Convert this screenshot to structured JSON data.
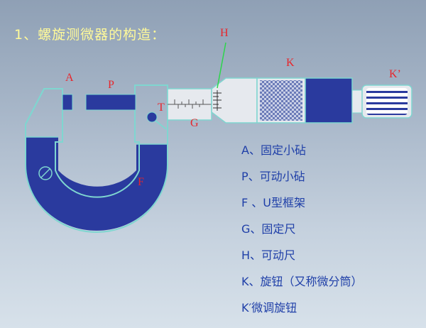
{
  "title": "1、螺旋测微器的构造：",
  "labels": {
    "A": "A",
    "P": "P",
    "T": "T",
    "G": "G",
    "H": "H",
    "K": "K",
    "K2": "K’",
    "F": "F"
  },
  "legend": [
    "A、固定小砧",
    "P、可动小砧",
    "F 、U型框架",
    "G、固定尺",
    "H、可动尺",
    "K、旋钮（又称微分筒）",
    "K′微调旋钮"
  ],
  "colors": {
    "frame_fill": "#2a3a9e",
    "frame_outline": "#7fd6d0",
    "part_fill": "#e6e9ee",
    "knurl": "#4a5fa8",
    "label": "#e8252b",
    "legend_text": "#1f3fa8",
    "title": "#fffa9a",
    "pointer": "#2bd64a"
  }
}
